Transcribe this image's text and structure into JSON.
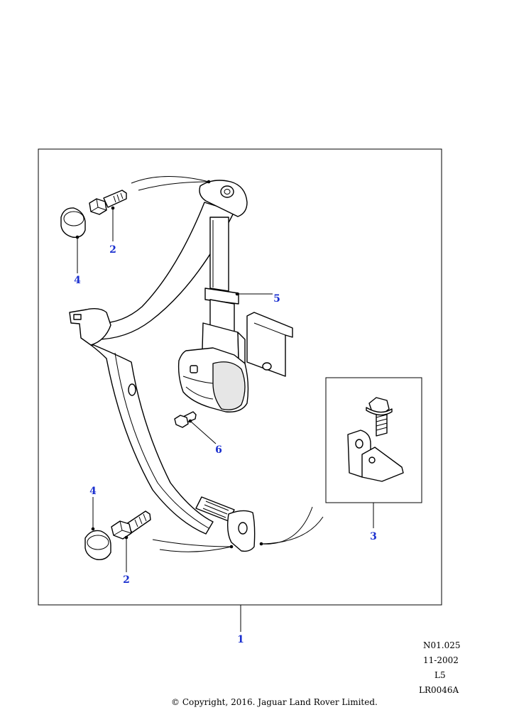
{
  "callouts": {
    "c1": "1",
    "c2_top": "2",
    "c2_bottom": "2",
    "c3": "3",
    "c4_top": "4",
    "c4_bottom": "4",
    "c5": "5",
    "c6": "6"
  },
  "metadata": {
    "code": "N01.025",
    "date": "11-2002",
    "level": "L5",
    "ref": "LR0046A"
  },
  "copyright": "© Copyright, 2016. Jaguar Land Rover Limited.",
  "colors": {
    "callout": "#1a2fcf",
    "line": "#000000"
  }
}
